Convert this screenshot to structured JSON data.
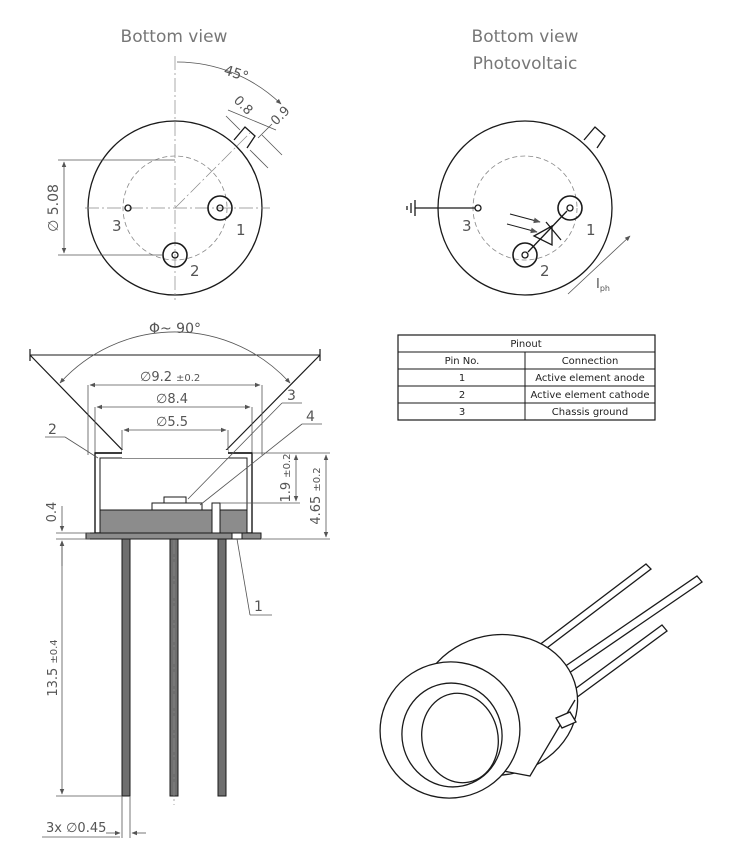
{
  "views": {
    "bottom_title": "Bottom view",
    "pv_title_1": "Bottom view",
    "pv_title_2": "Photovoltaic"
  },
  "dims": {
    "angle_45": "45°",
    "tab_08": "0.8",
    "tab_09": "0.9",
    "pcd_508": "∅ 5.08",
    "fov": "Φ~ 90°",
    "dia_92": "∅9.2",
    "dia_92_tol": "±0.2",
    "dia_84": "∅8.4",
    "dia_55": "∅5.5",
    "h_19": "1.9",
    "h_19_tol": "±0.2",
    "h_465": "4.65",
    "h_465_tol": "±0.2",
    "h_04": "0.4",
    "lead_135": "13.5",
    "lead_135_tol": "±0.4",
    "lead_dia": "3x ∅0.45",
    "iph_main": "I",
    "iph_sub": "ph"
  },
  "pins": {
    "p1": "1",
    "p2": "2",
    "p3": "3"
  },
  "callouts": {
    "c1": "1",
    "c2": "2",
    "c3": "3",
    "c4": "4"
  },
  "pinout": {
    "title": "Pinout",
    "headers": [
      "Pin No.",
      "Connection"
    ],
    "rows": [
      [
        "1",
        "Active element anode"
      ],
      [
        "2",
        "Active element cathode"
      ],
      [
        "3",
        "Chassis ground"
      ]
    ]
  },
  "colors": {
    "line": "#1a1a1a",
    "dim": "#555555",
    "fill_dark": "#8c8c8c",
    "lead": "#6f6f6f"
  }
}
